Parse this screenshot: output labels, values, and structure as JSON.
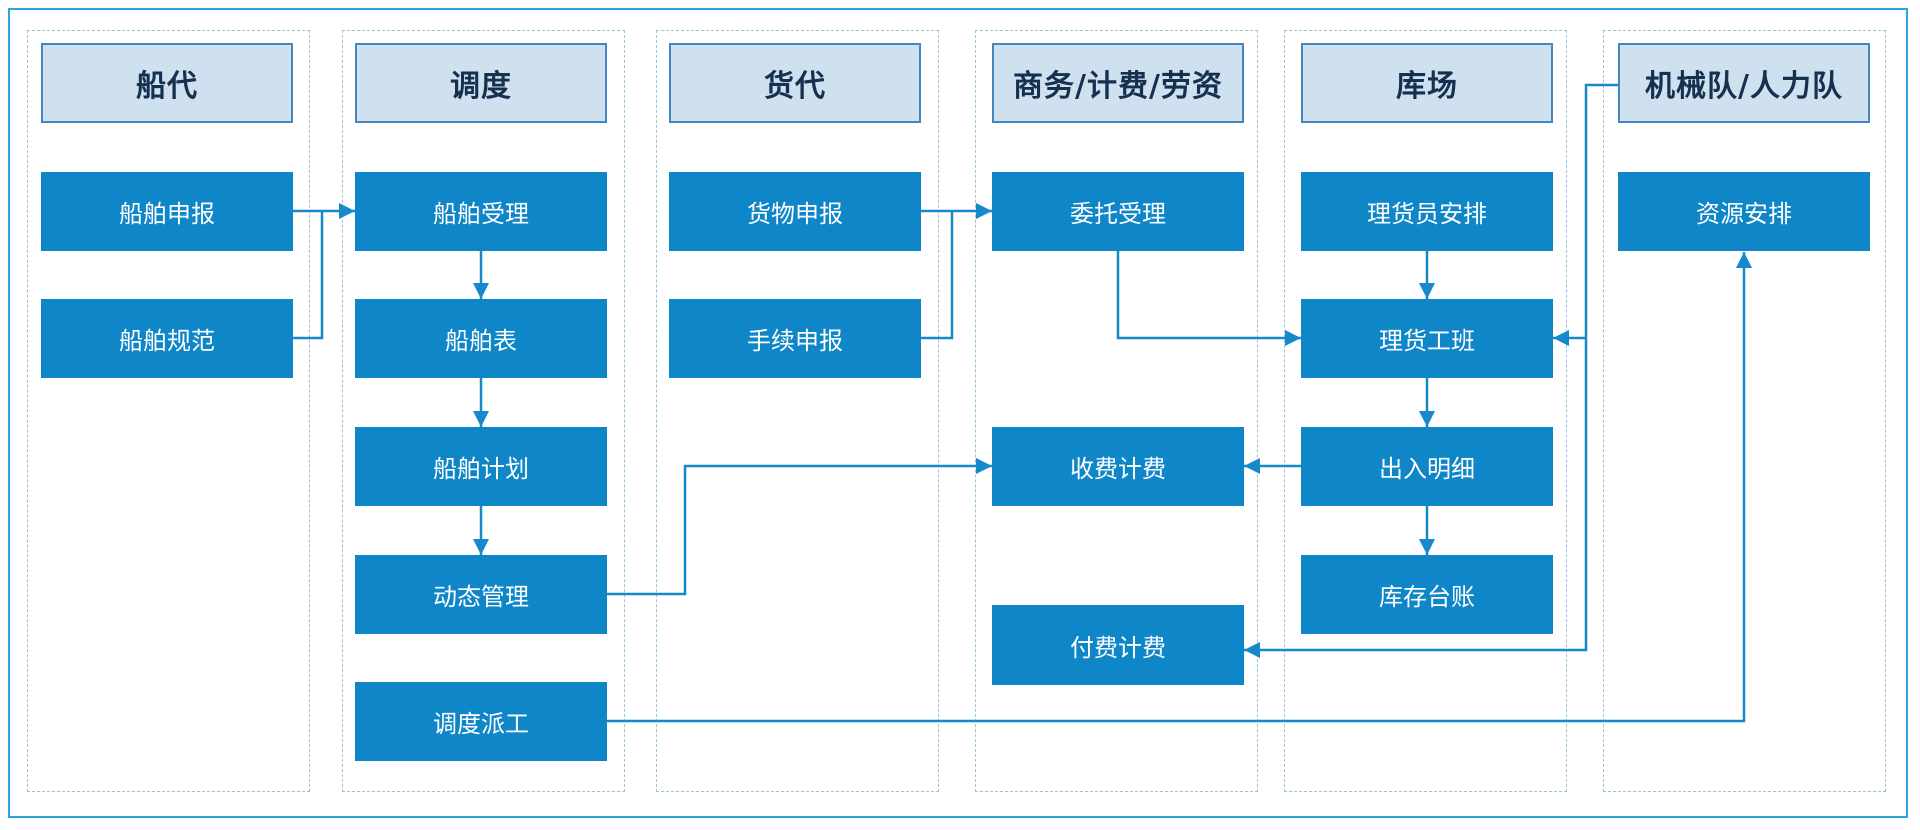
{
  "diagram": {
    "type": "swimlane-flowchart",
    "colors": {
      "background": "#ffffff",
      "outer_border": "#2ba6de",
      "lane_border": "#97c4da",
      "header_fill": "#cfe0ee",
      "header_border": "#4486c0",
      "header_text": "#16304f",
      "node_fill": "#0e86c8",
      "node_text": "#ffffff",
      "connector": "#1789cb"
    },
    "lanes": [
      {
        "title": "船代",
        "boxes": [
          {
            "label": "船舶申报"
          },
          {
            "label": "船舶规范"
          }
        ]
      },
      {
        "title": "调度",
        "boxes": [
          {
            "label": "船舶受理"
          },
          {
            "label": "船舶表"
          },
          {
            "label": "船舶计划"
          },
          {
            "label": "动态管理"
          },
          {
            "label": "调度派工"
          }
        ]
      },
      {
        "title": "货代",
        "boxes": [
          {
            "label": "货物申报"
          },
          {
            "label": "手续申报"
          }
        ]
      },
      {
        "title": "商务/计费/劳资",
        "boxes": [
          {
            "label": "委托受理"
          },
          {
            "label": "收费计费"
          },
          {
            "label": "付费计费"
          }
        ]
      },
      {
        "title": "库场",
        "boxes": [
          {
            "label": "理货员安排"
          },
          {
            "label": "理货工班"
          },
          {
            "label": "出入明细"
          },
          {
            "label": "库存台账"
          }
        ]
      },
      {
        "title": "机械队/人力队",
        "boxes": [
          {
            "label": "资源安排"
          }
        ]
      }
    ],
    "edges": [
      {
        "from": "船舶申报",
        "to": "船舶受理"
      },
      {
        "from": "船舶规范",
        "to": "船舶受理"
      },
      {
        "from": "船舶受理",
        "to": "船舶表"
      },
      {
        "from": "船舶表",
        "to": "船舶计划"
      },
      {
        "from": "船舶计划",
        "to": "动态管理"
      },
      {
        "from": "货物申报",
        "to": "委托受理"
      },
      {
        "from": "手续申报",
        "to": "委托受理"
      },
      {
        "from": "委托受理",
        "to": "理货工班"
      },
      {
        "from": "理货员安排",
        "to": "理货工班"
      },
      {
        "from": "理货工班",
        "to": "出入明细"
      },
      {
        "from": "出入明细",
        "to": "库存台账"
      },
      {
        "from": "出入明细",
        "to": "收费计费"
      },
      {
        "from": "动态管理",
        "to": "收费计费"
      },
      {
        "from": "机械队/人力队",
        "to": "理货工班"
      },
      {
        "from": "机械队/人力队",
        "to": "付费计费"
      },
      {
        "from": "调度派工",
        "to": "资源安排"
      }
    ]
  }
}
